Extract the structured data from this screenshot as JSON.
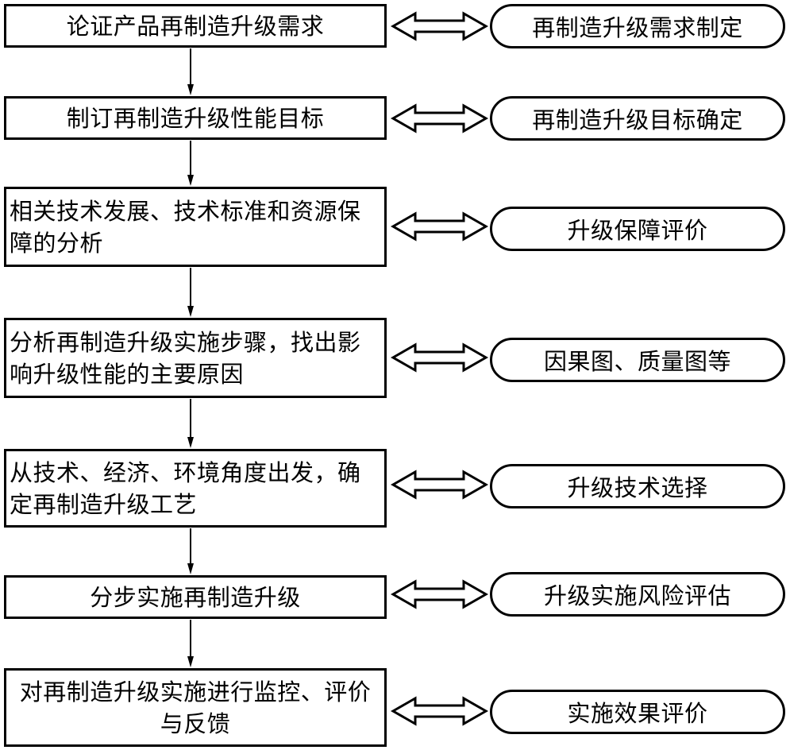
{
  "steps": [
    {
      "label": "论证产品再制造升级需求",
      "result": "再制造升级需求制定"
    },
    {
      "label": "制订再制造升级性能目标",
      "result": "再制造升级目标确定"
    },
    {
      "label": "相关技术发展、技术标准和资源保障的分析",
      "result": "升级保障评价"
    },
    {
      "label": "分析再制造升级实施步骤，找出影响升级性能的主要原因",
      "result": "因果图、质量图等"
    },
    {
      "label": "从技术、经济、环境角度出发，确定再制造升级工艺",
      "result": "升级技术选择"
    },
    {
      "label": "分步实施再制造升级",
      "result": "升级实施风险评估"
    },
    {
      "label": "对再制造升级实施进行监控、评价与反馈",
      "result": "实施效果评价"
    }
  ]
}
